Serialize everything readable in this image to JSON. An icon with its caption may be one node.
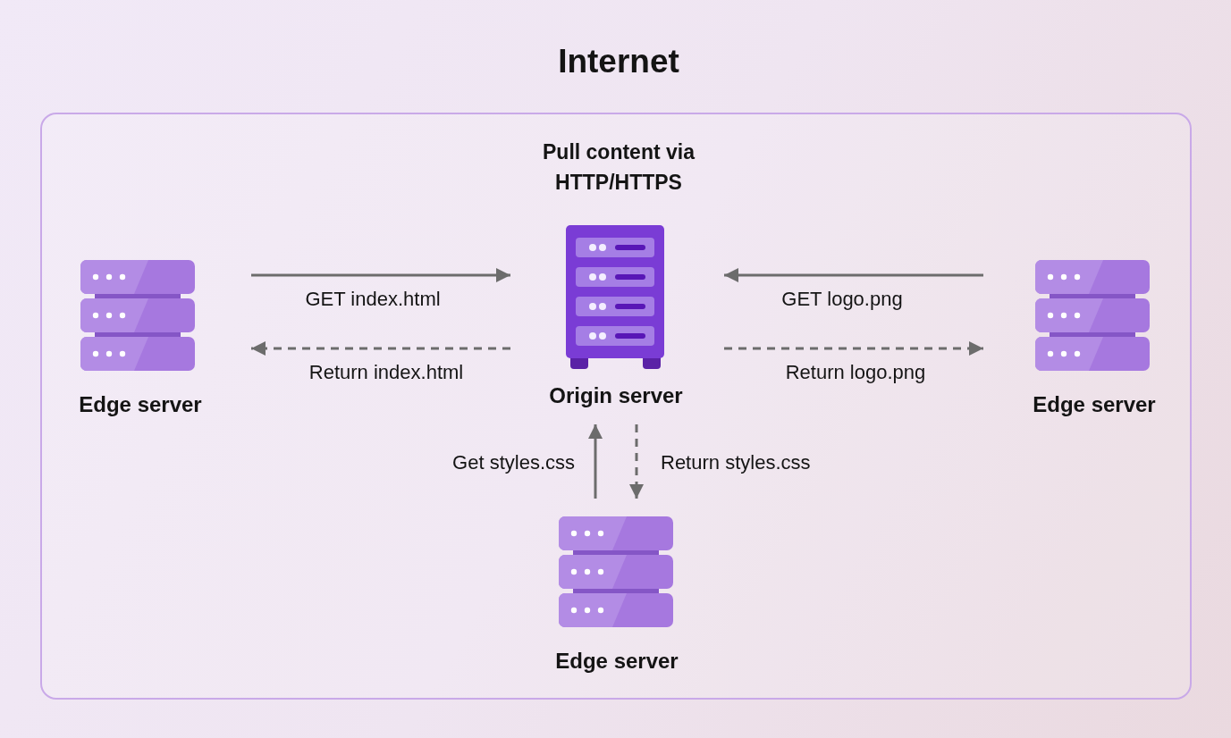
{
  "diagram": {
    "nodes": [
      {
        "text": [
          "Internet"
        ]
      },
      {
        "text": [
          "Edge server"
        ],
        "in": 0
      },
      {
        "text": [
          "Origin server"
        ],
        "beside": [
          "Pull content via HTTP/HTTPS"
        ],
        "in": 0
      },
      {
        "text": [
          "Edge server"
        ],
        "in": 0
      },
      {
        "text": [
          "Edge server"
        ],
        "in": 0
      }
    ],
    "edges": [
      {
        "from": 1,
        "to": 2,
        "arrow": "to",
        "label": "GET index.html"
      },
      {
        "from": 2,
        "to": 1,
        "arrow": "to",
        "label": "Return index.html",
        "style": "dashed"
      },
      {
        "from": 3,
        "to": 2,
        "arrow": "to",
        "label": "GET logo.png"
      },
      {
        "from": 2,
        "to": 3,
        "arrow": "to",
        "label": "Return logo.png",
        "style": "dashed"
      },
      {
        "from": 4,
        "to": 2,
        "arrow": "to",
        "label": "Get styles.css"
      },
      {
        "from": 2,
        "to": 4,
        "arrow": "to",
        "label": "Return styles.css",
        "style": "dashed"
      }
    ]
  }
}
